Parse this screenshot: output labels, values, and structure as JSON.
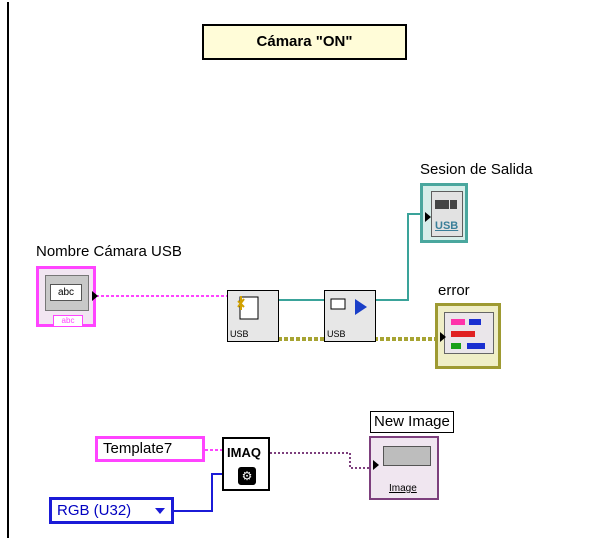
{
  "diagram": {
    "title": "Cámara \"ON\"",
    "labels": {
      "camera_name": "Nombre Cámara USB",
      "session_out": "Sesion de Salida",
      "error": "error",
      "new_image": "New Image"
    },
    "controls": {
      "string_control_text": "abc",
      "string_control_footer": "abc",
      "usb_text": "USB",
      "imaq_text": "IMAQ",
      "image_caption": "Image"
    },
    "constants": {
      "template": "Template7",
      "image_type": "RGB (U32)"
    }
  },
  "colors": {
    "string_wire": "#ff44ff",
    "session_wire": "#3aa39a",
    "error_wire": "#a7a432",
    "enum_wire": "#1b1bd7",
    "image_wire": "#7d3f7d"
  }
}
